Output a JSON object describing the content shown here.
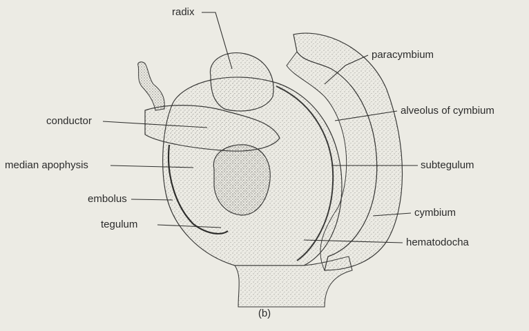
{
  "figure": {
    "caption": "(b)",
    "labels": {
      "radix": "radix",
      "paracymbium": "paracymbium",
      "alveolus": "alveolus of cymbium",
      "conductor": "conductor",
      "median_apophysis": "median apophysis",
      "subtegulum": "subtegulum",
      "embolus": "embolus",
      "cymbium": "cymbium",
      "tegulum": "tegulum",
      "hematodocha": "hematodocha"
    },
    "colors": {
      "background": "#ecebe4",
      "ink": "#2b2b2b",
      "stipple": "#6a6a66"
    }
  }
}
